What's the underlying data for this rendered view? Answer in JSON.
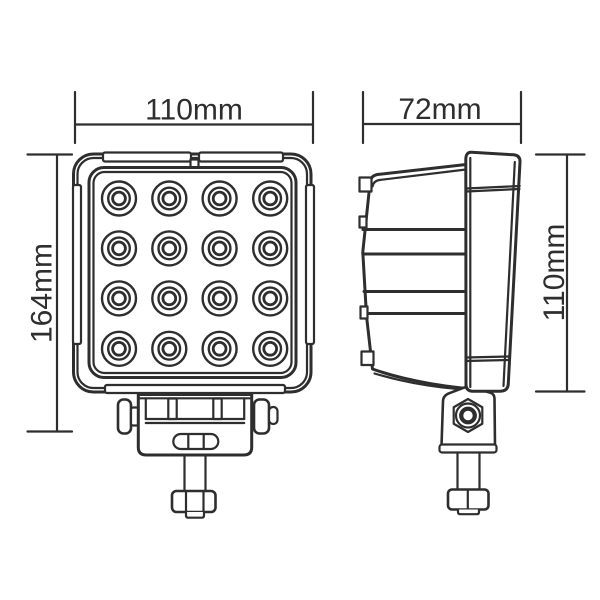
{
  "page": {
    "background": "#ffffff",
    "line_color": "#2e2e2e"
  },
  "drawing": {
    "type": "technical-drawing",
    "subject": "square LED work lamp, front and side orthographic views",
    "front_view": {
      "led_rows": 4,
      "led_cols": 4,
      "led_total": 16
    },
    "dimensions": {
      "front_width": {
        "label": "110mm"
      },
      "front_height": {
        "label": "164mm"
      },
      "side_depth": {
        "label": "72mm"
      },
      "side_height": {
        "label": "110mm"
      }
    }
  }
}
